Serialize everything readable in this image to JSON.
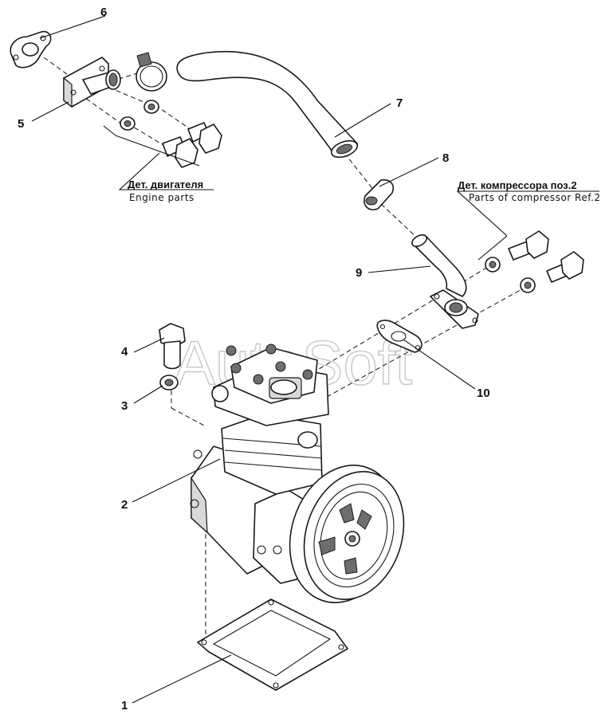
{
  "watermark": "AutoSoft",
  "callouts": {
    "c1": "1",
    "c2": "2",
    "c3": "3",
    "c4": "4",
    "c5": "5",
    "c6": "6",
    "c7": "7",
    "c8": "8",
    "c9": "9",
    "c10": "10"
  },
  "captions": {
    "engine_ru": "Дет. двигателя",
    "engine_en": "Engine parts",
    "compressor_ru": "Дет. компрессора поз.2",
    "compressor_en": "Parts of compressor Ref.2"
  }
}
